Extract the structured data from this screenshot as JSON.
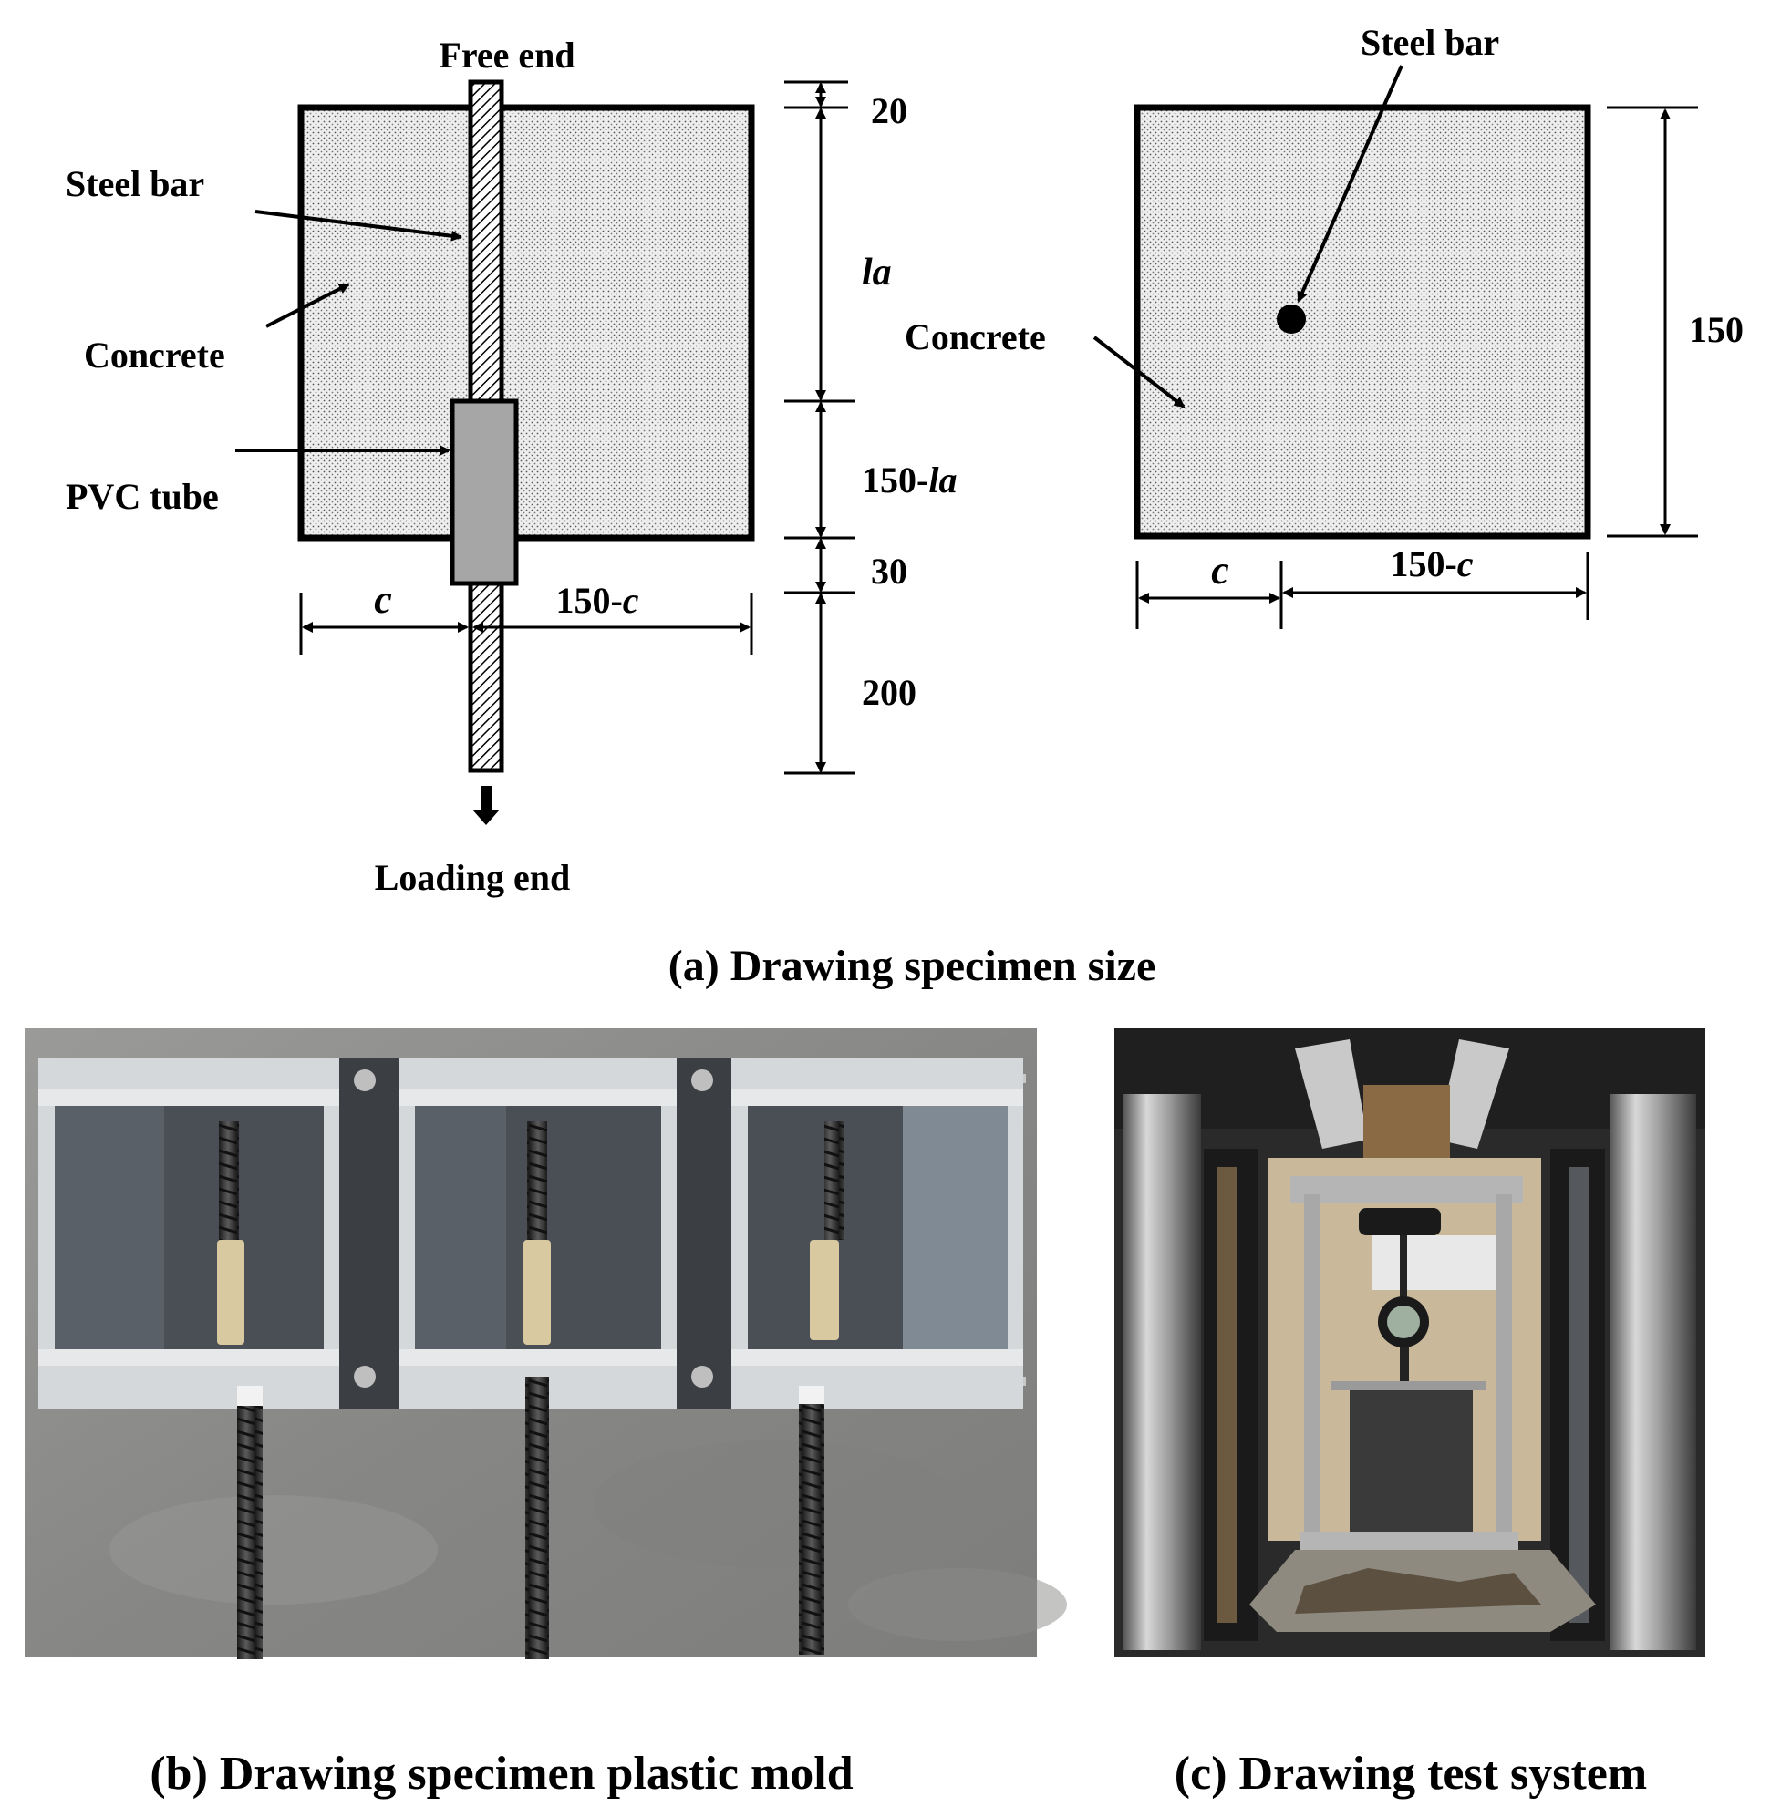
{
  "panel_a": {
    "caption": "(a) Drawing specimen size",
    "side_view": {
      "free_end": "Free end",
      "steel_bar": "Steel bar",
      "concrete": "Concrete",
      "pvc_tube": "PVC tube",
      "loading_end": "Loading end",
      "dim_top": "20",
      "dim_la": "la",
      "dim_150_prefix": "150-",
      "dim_la2": "la",
      "dim_30": "30",
      "dim_200": "200",
      "dim_c": "c",
      "dim_150c_prefix": "150-",
      "dim_150c_var": "c"
    },
    "cross_section": {
      "steel_bar": "Steel bar",
      "concrete": "Concrete",
      "dim_150": "150",
      "dim_c": "c",
      "dim_150c_prefix": "150-",
      "dim_150c_var": "c"
    }
  },
  "panel_b": {
    "caption": "(b) Drawing specimen plastic mold"
  },
  "panel_c": {
    "caption": "(c) Drawing test system"
  },
  "colors": {
    "concrete_fill": "#ececec",
    "pvc_fill": "#a6a6a6",
    "photo_floor": "#8e8e8c",
    "mold_box": "#4a4f55",
    "machine_bg": "#2a2a2a"
  }
}
